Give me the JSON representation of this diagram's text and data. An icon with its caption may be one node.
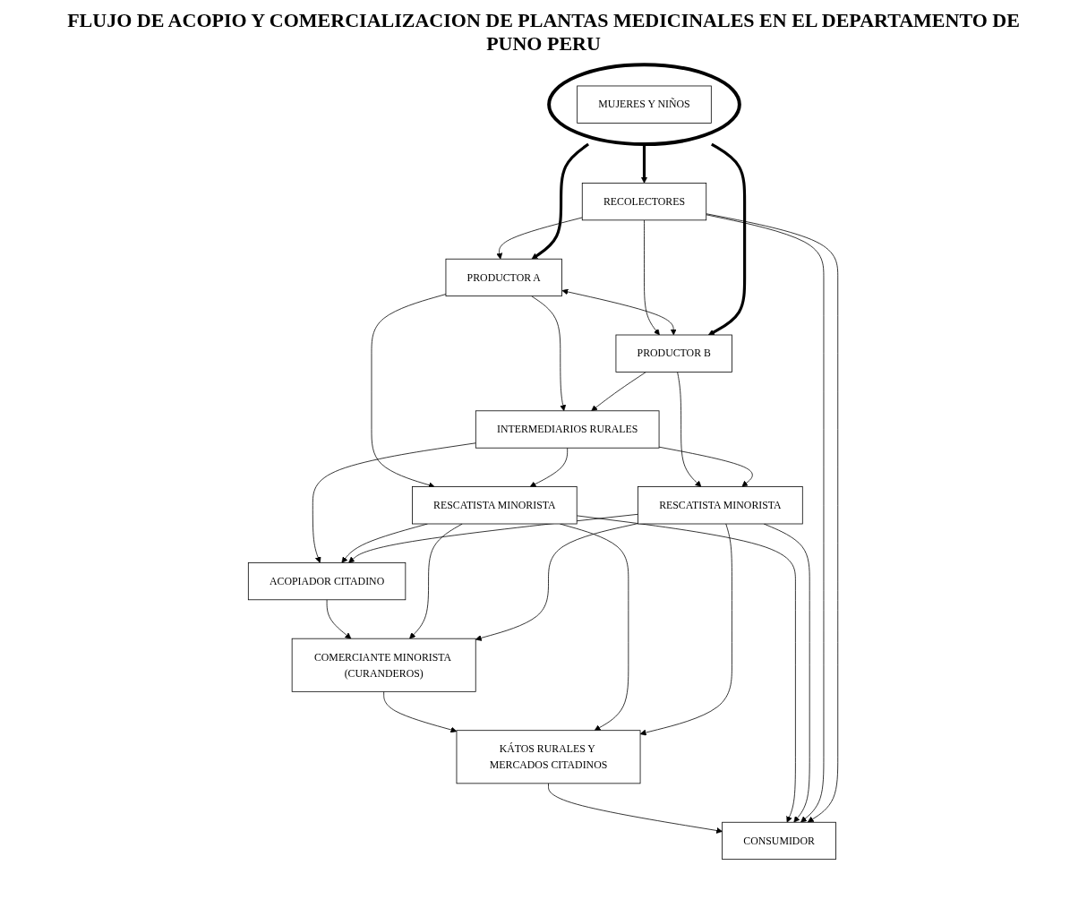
{
  "diagram": {
    "title": "FLUJO DE ACOPIO Y COMERCIALIZACION DE PLANTAS MEDICINALES EN EL DEPARTAMENTO DE PUNO PERU",
    "nodes": [
      {
        "text": [
          "RECOLECTORES"
        ]
      },
      {
        "text": [],
        "shape": "ellipse"
      },
      {
        "text": [
          "MUJERES Y NIÑOS"
        ],
        "in": 1
      },
      {
        "text": [
          "PRODUCTOR A"
        ]
      },
      {
        "text": [
          "PRODUCTOR B"
        ]
      },
      {
        "text": [
          "RESCATISTA MINORISTA"
        ]
      },
      {
        "text": [
          "INTERMEDIARIOS RURALES"
        ]
      },
      {
        "text": [
          "RESCATISTA MINORISTA"
        ]
      },
      {
        "text": [
          "ACOPIADOR CITADINO"
        ]
      },
      {
        "text": [
          "COMERCIANTE MINORISTA (CURANDEROS)"
        ]
      },
      {
        "text": [
          "KÁTOS RURALES Y MERCADOS CITADINOS"
        ]
      },
      {
        "text": [
          "CONSUMIDOR"
        ]
      }
    ],
    "edges": [
      {
        "from": 1,
        "to": 0,
        "arrow": "to",
        "style": "thick"
      },
      {
        "from": 0,
        "to": 3,
        "arrow": "to"
      },
      {
        "from": 0,
        "to": 4,
        "arrow": "to"
      },
      {
        "from": 1,
        "to": 3,
        "arrow": "to",
        "style": "thick"
      },
      {
        "from": 1,
        "to": 4,
        "arrow": "to",
        "style": "thick"
      },
      {
        "from": 3,
        "to": 4,
        "arrow": "both"
      },
      {
        "from": 3,
        "to": 5,
        "arrow": "to"
      },
      {
        "from": 3,
        "to": 6,
        "arrow": "to"
      },
      {
        "from": 4,
        "to": 6,
        "arrow": "to"
      },
      {
        "from": 4,
        "to": 7,
        "arrow": "to"
      },
      {
        "from": 6,
        "to": 5,
        "arrow": "to"
      },
      {
        "from": 6,
        "to": 7,
        "arrow": "to"
      },
      {
        "from": 6,
        "to": 8,
        "arrow": "to"
      },
      {
        "from": 5,
        "to": 8,
        "arrow": "to"
      },
      {
        "from": 7,
        "to": 8,
        "arrow": "to"
      },
      {
        "from": 8,
        "to": 9,
        "arrow": "to"
      },
      {
        "from": 5,
        "to": 9,
        "arrow": "to"
      },
      {
        "from": 7,
        "to": 9,
        "arrow": "to"
      },
      {
        "from": 9,
        "to": 10,
        "arrow": "to"
      },
      {
        "from": 5,
        "to": 10,
        "arrow": "to"
      },
      {
        "from": 7,
        "to": 10,
        "arrow": "to"
      },
      {
        "from": 10,
        "to": 11,
        "arrow": "to"
      },
      {
        "from": 5,
        "to": 11,
        "arrow": "to"
      },
      {
        "from": 7,
        "to": 11,
        "arrow": "to"
      },
      {
        "from": 0,
        "to": 11,
        "arrow": "to"
      },
      {
        "from": 0,
        "to": 11,
        "arrow": "to"
      }
    ]
  }
}
